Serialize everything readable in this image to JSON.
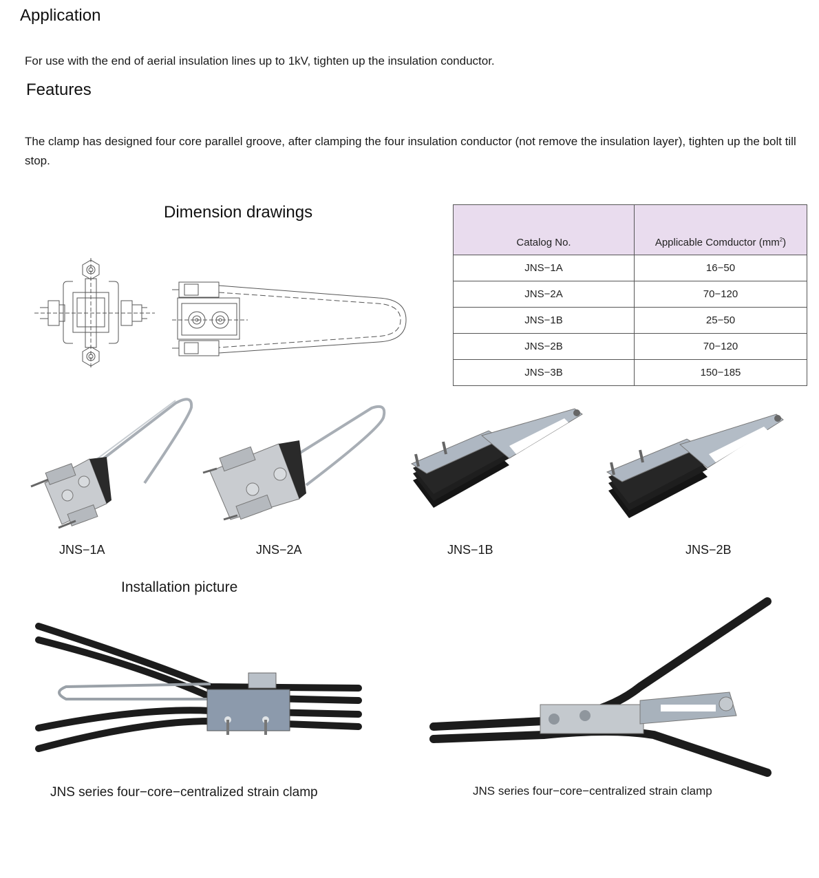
{
  "application": {
    "heading": "Application",
    "text": "For use with the end of aerial insulation lines up to 1kV, tighten up the insulation conductor."
  },
  "features": {
    "heading": "Features",
    "text": "The clamp has designed four core parallel groove, after clamping the four insulation conductor (not remove the insulation layer), tighten up the bolt till stop."
  },
  "dimension_drawings": {
    "heading": "Dimension drawings"
  },
  "spec_table": {
    "col_catalog": "Catalog No.",
    "col_conductor": "Applicable Comductor (mm",
    "col_conductor_sup": "2",
    "col_conductor_close": ")",
    "rows": [
      {
        "catalog": "JNS−1A",
        "range": "16−50"
      },
      {
        "catalog": "JNS−2A",
        "range": "70−120"
      },
      {
        "catalog": "JNS−1B",
        "range": "25−50"
      },
      {
        "catalog": "JNS−2B",
        "range": "70−120"
      },
      {
        "catalog": "JNS−3B",
        "range": "150−185"
      }
    ]
  },
  "products": [
    {
      "label": "JNS−1A"
    },
    {
      "label": "JNS−2A"
    },
    {
      "label": "JNS−1B"
    },
    {
      "label": "JNS−2B"
    }
  ],
  "installation": {
    "heading": "Installation picture",
    "caption_left": "JNS  series four−core−centralized strain clamp",
    "caption_right": "JNS  series four−core−centralized strain clamp"
  },
  "colors": {
    "table_header_bg": "#e9dcee",
    "cable": "#1c1c1c",
    "metal": "#b9c0c8"
  }
}
